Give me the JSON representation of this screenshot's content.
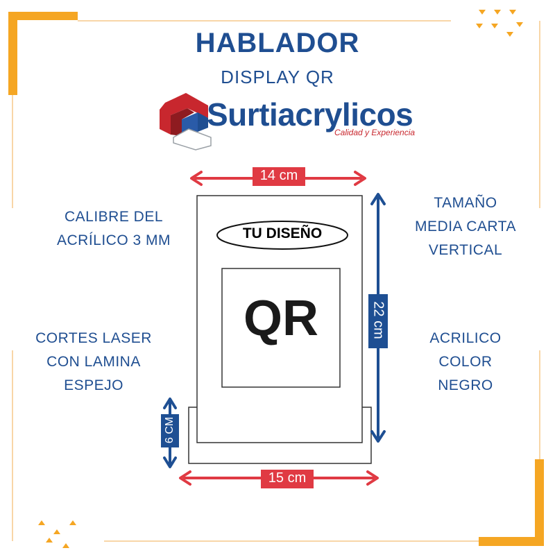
{
  "header": {
    "title": "HABLADOR",
    "subtitle": "DISPLAY QR"
  },
  "logo": {
    "name": "Surtiacrylicos",
    "tagline": "Calidad y Experiencia"
  },
  "annotations": {
    "left_top": [
      "CALIBRE DEL",
      "ACRÍLICO 3 MM"
    ],
    "left_bottom": [
      "CORTES LASER",
      "CON LAMINA",
      "ESPEJO"
    ],
    "right_top": [
      "TAMAÑO",
      "MEDIA CARTA",
      "VERTICAL"
    ],
    "right_bottom": [
      "ACRILICO",
      "COLOR",
      "NEGRO"
    ]
  },
  "dimensions": {
    "top_width": "14 cm",
    "height": "22 cm",
    "base_height": "6 CM",
    "base_width": "15 cm"
  },
  "display": {
    "oval_text": "TU DISEÑO",
    "qr_text": "QR"
  },
  "colors": {
    "brand_blue": "#1f4e91",
    "brand_red": "#c8272e",
    "arrow_red": "#e03a43",
    "arrow_blue": "#1e4f93",
    "accent_orange": "#f5a623"
  }
}
